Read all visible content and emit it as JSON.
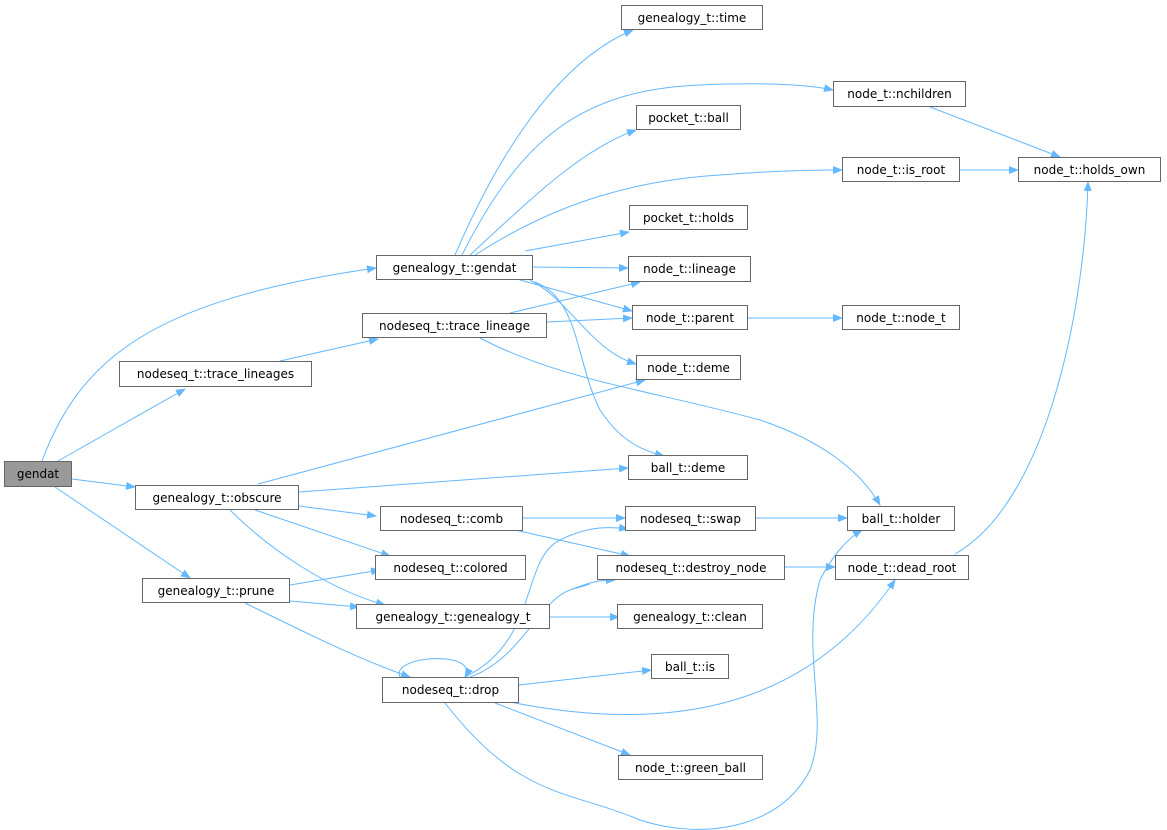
{
  "graph": {
    "edge_color": "#63b8ff",
    "root_fill": "#999999",
    "nodes": {
      "gendat": "gendat",
      "g_gendat": "genealogy_t::gendat",
      "trace_lineages": "nodeseq_t::trace_lineages",
      "trace_lineage": "nodeseq_t::trace_lineage",
      "obscure": "genealogy_t::obscure",
      "prune": "genealogy_t::prune",
      "time": "genealogy_t::time",
      "nchildren": "node_t::nchildren",
      "pocket_ball": "pocket_t::ball",
      "is_root": "node_t::is_root",
      "holds_own": "node_t::holds_own",
      "pocket_holds": "pocket_t::holds",
      "lineage": "node_t::lineage",
      "parent": "node_t::parent",
      "node_ctor": "node_t::node_t",
      "node_deme": "node_t::deme",
      "ball_deme": "ball_t::deme",
      "comb": "nodeseq_t::comb",
      "swap": "nodeseq_t::swap",
      "holder": "ball_t::holder",
      "colored": "nodeseq_t::colored",
      "destroy_node": "nodeseq_t::destroy_node",
      "dead_root": "node_t::dead_root",
      "genealogy_ctor": "genealogy_t::genealogy_t",
      "clean": "genealogy_t::clean",
      "drop": "nodeseq_t::drop",
      "ball_is": "ball_t::is",
      "green_ball": "node_t::green_ball"
    }
  }
}
